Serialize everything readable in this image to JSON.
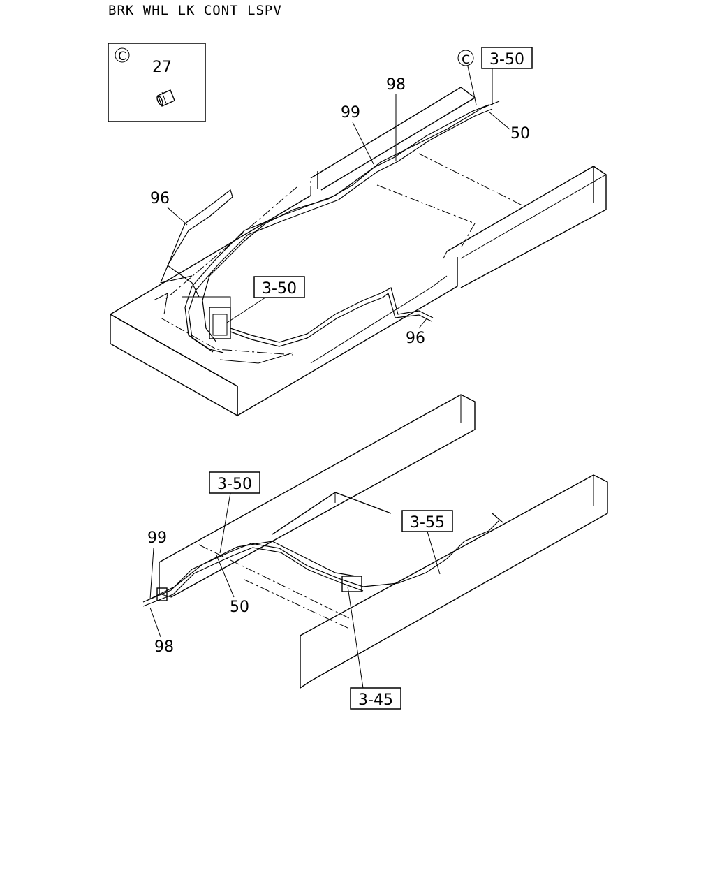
{
  "title": "BRK WHL LK CONT LSPV",
  "inset": {
    "symbol": "C",
    "part": "27"
  },
  "upper_view": {
    "ref_c": "C",
    "ref_top": "3-50",
    "ref_mid": "3-50",
    "callouts": {
      "a": "98",
      "b": "99",
      "c": "50",
      "d": "96",
      "e": "96"
    }
  },
  "lower_view": {
    "ref_a": "3-50",
    "ref_b": "3-55",
    "ref_c": "3-45",
    "callouts": {
      "a": "99",
      "b": "50",
      "c": "98"
    }
  }
}
